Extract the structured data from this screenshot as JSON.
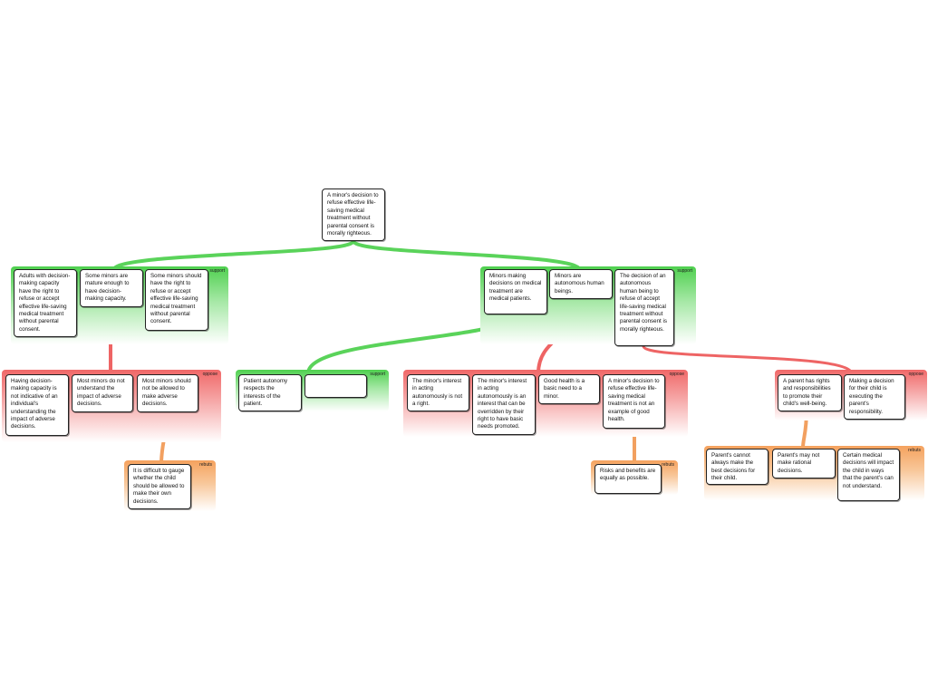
{
  "colors": {
    "support": "#5ad35a",
    "oppose": "#ee6464",
    "rebut": "#f2a060"
  },
  "group_labels": {
    "support": "support",
    "oppose": "oppose",
    "rebut": "rebuts"
  },
  "root": "A minor's decision to refuse effective life-saving medical treatment without parental consent is morally righteous.",
  "left_support": [
    "Adults with decision-making capacity have the right to refuse or accept effective life-saving medical treatment without parental consent.",
    "Some minors are mature enough to have decision-making capacity.",
    "Some minors should have the right to refuse or accept effective life-saving medical treatment without parental consent."
  ],
  "left_oppose": [
    "Having decision-making capacity is not indicative of an individual's understanding the impact of adverse decisions.",
    "Most minors do not understand the impact of adverse decisions.",
    "Most minors should not be allowed to make adverse decisions."
  ],
  "left_rebut": [
    "It is difficult to gauge whether the child should be allowed to make their own decisions."
  ],
  "right_support": [
    "Minors making decisions on medical treatment are medical patients.",
    "Minors are autonomous human beings.",
    "The decision of an autonomous human being to refuse of accept life-saving medical treatment without parental consent is morally righteous."
  ],
  "patient_support": [
    "Patient autonomy respects the interests of the patient.",
    ""
  ],
  "mid_oppose": [
    "The minor's interest in acting autonomously is not a right.",
    "The minor's interest in acting autonomously is an interest that can be overridden by their right to have basic needs promoted.",
    "Good health is a basic need to a minor.",
    "A minor's decision to refuse effective life-saving medical treatment is not an example of good health."
  ],
  "mid_rebut": [
    "Risks and benefits are equally as possible."
  ],
  "right_oppose": [
    "A parent has rights and responsibilities to promote their child's well-being.",
    "Making a decision for their child is executing the parent's responsibility."
  ],
  "right_rebut": [
    "Parent's cannot always make the best decisions for their child.",
    "Parent's may not make rational decisions.",
    "Certain medical decisions will impact the child in ways that the parent's can not understand."
  ]
}
